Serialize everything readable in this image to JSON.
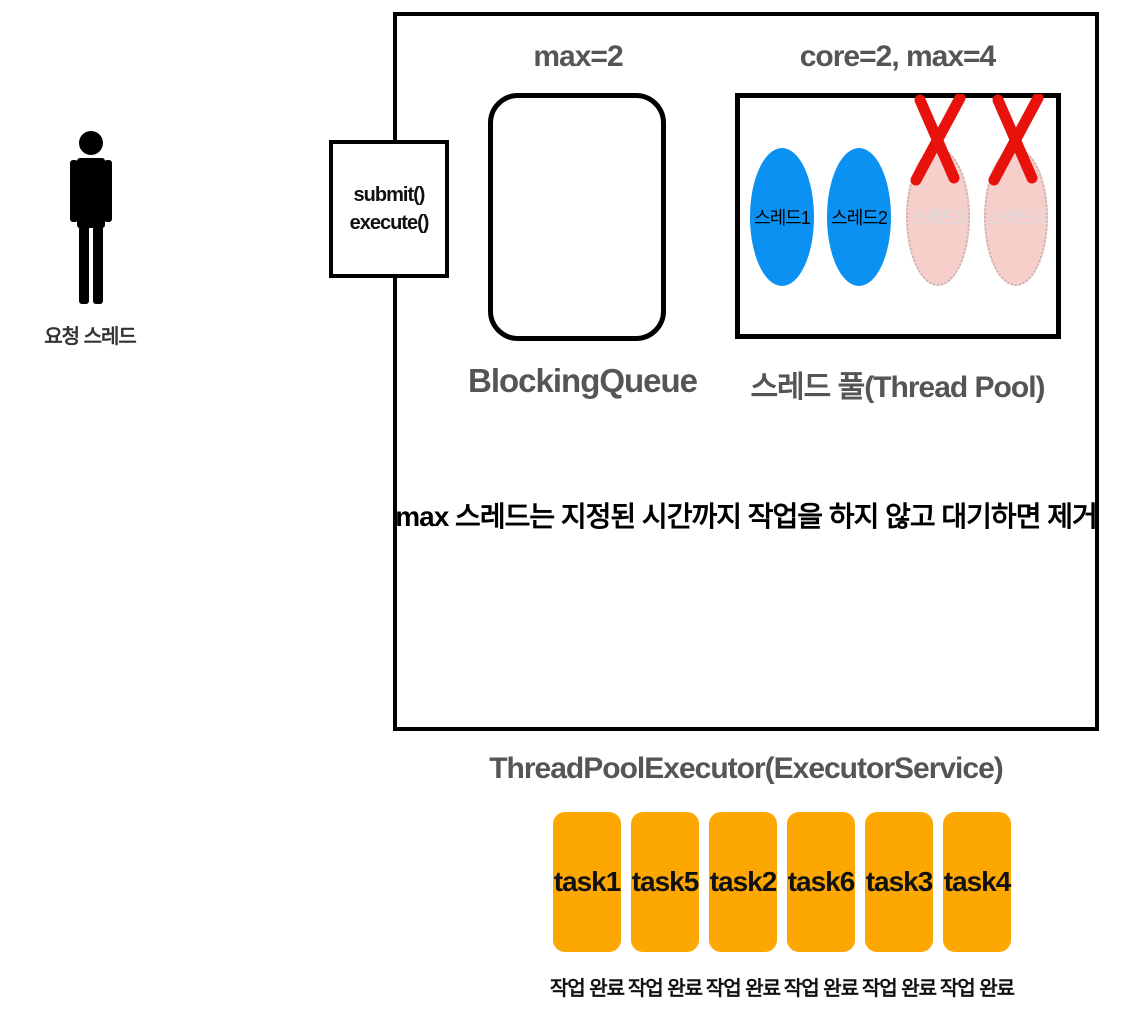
{
  "requester": {
    "label": "요청 스레드",
    "icon": "person-icon"
  },
  "executor": {
    "label": "ThreadPoolExecutor(ExecutorService)",
    "methods": [
      "submit()",
      "execute()"
    ]
  },
  "blocking_queue": {
    "max_text": "max=2",
    "label": "BlockingQueue"
  },
  "thread_pool": {
    "config_text": "core=2, max=4",
    "label": "스레드 풀(Thread Pool)",
    "threads": [
      {
        "name": "스레드1",
        "state": "active"
      },
      {
        "name": "스레드2",
        "state": "active"
      },
      {
        "name": "스레드3",
        "state": "removed"
      },
      {
        "name": "스레드4",
        "state": "removed"
      }
    ]
  },
  "note": "max 스레드는 지정된 시간까지 작업을 하지 않고 대기하면 제거",
  "tasks": [
    {
      "name": "task1",
      "status": "작업 완료"
    },
    {
      "name": "task5",
      "status": "작업 완료"
    },
    {
      "name": "task2",
      "status": "작업 완료"
    },
    {
      "name": "task6",
      "status": "작업 완료"
    },
    {
      "name": "task3",
      "status": "작업 완료"
    },
    {
      "name": "task4",
      "status": "작업 완료"
    }
  ],
  "colors": {
    "active_thread": "#0b91f2",
    "removed_thread": "#f6cfcb",
    "remove_mark": "#e8120c",
    "task": "#fda702"
  }
}
